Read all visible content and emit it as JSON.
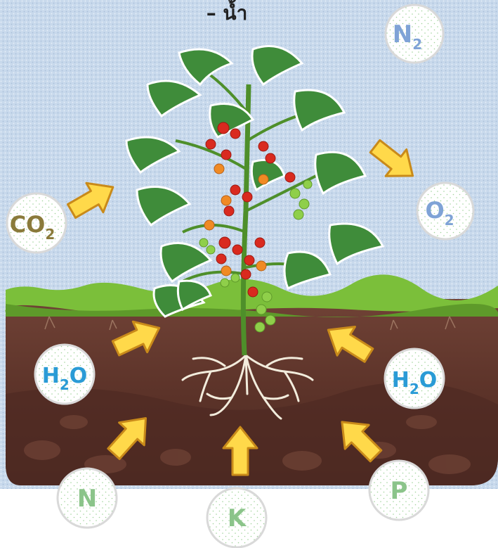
{
  "header": {
    "text": "– น้ำ"
  },
  "labels": {
    "n2": {
      "main": "N",
      "sub": "2",
      "color": "#7fa3d6"
    },
    "o2": {
      "main": "O",
      "sub": "2",
      "color": "#7fa3d6"
    },
    "co2": {
      "main": "CO",
      "sub": "2",
      "color": "#8a7a3a"
    },
    "h2o_left": {
      "main1": "H",
      "sub": "2",
      "main2": "O",
      "color": "#2a9bd6"
    },
    "h2o_right": {
      "main1": "H",
      "sub": "2",
      "main2": "O",
      "color": "#2a9bd6"
    },
    "n": {
      "main": "N",
      "color": "#8bc48a"
    },
    "k": {
      "main": "K",
      "color": "#8bc48a"
    },
    "p": {
      "main": "P",
      "color": "#8bc48a"
    }
  },
  "colors": {
    "sky": "#c6d7ea",
    "grass": "#7bbf3a",
    "soil_top": "#6b4034",
    "soil_bottom": "#4a2a22",
    "arrow_fill": "#ffd94a",
    "arrow_stroke": "#c98a1a",
    "leaf": "#3f8c3a",
    "tomato_red": "#d92a1f",
    "tomato_orange": "#f08a24",
    "tomato_green": "#8fcf4a",
    "root": "#f2ecdc"
  }
}
